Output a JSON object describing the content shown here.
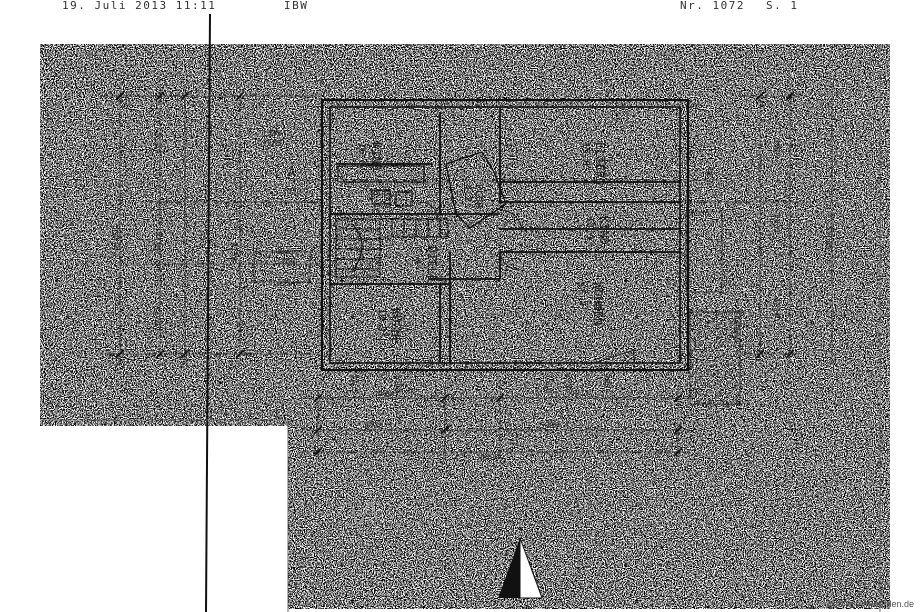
{
  "header": {
    "date": "19. Juli 2013  11:11",
    "sender": "IBW",
    "fax_number": "Nr. 1072",
    "page": "S. 1"
  },
  "rooms": {
    "kind1": {
      "name": "KIND",
      "area": "16.0²"
    },
    "eltern": {
      "name": "ELTERN",
      "area": "15.0²"
    },
    "kind2": {
      "name": "KIND",
      "area": "13.9²"
    },
    "bad": {
      "name": "BAD",
      "area": "6.4²"
    },
    "flur": {
      "name": "FLUR",
      "area": "4.2²"
    },
    "diele": {
      "name": "DIELE",
      "area": "7.4²"
    },
    "kueche": {
      "name": "KÜCHE",
      "area": "10.9²"
    },
    "wohnen": {
      "name": "WOHNEN",
      "area": "27.5²"
    }
  },
  "section_marks": {
    "left": "A",
    "right": "A"
  },
  "annotations": {
    "garage": "Garage"
  },
  "dimensions": {
    "total_bottom": "8690",
    "bottom_left": "4068",
    "bottom_right": "4013",
    "bottom_sub_left": "2835",
    "bottom_sub_right": "5390",
    "bottom_small_1": "1365",
    "bottom_small_2": "1385",
    "bottom_small_3": "1510",
    "bottom_small_4": "2785",
    "bottom_small_5": "2285",
    "left_total": "12010",
    "right_total": "12010",
    "left_1": "2550",
    "left_2": "2135",
    "left_3": "1470",
    "right_1": "3885",
    "right_2": "2835",
    "right_3": "5310",
    "top_1": "1385",
    "top_2": "1385",
    "top_3": "1010",
    "mid_1": "3150",
    "mid_2": "1135",
    "mid_3": "1260",
    "mid_4": "1473"
  },
  "watermark": "wohnen-im-norden.de"
}
